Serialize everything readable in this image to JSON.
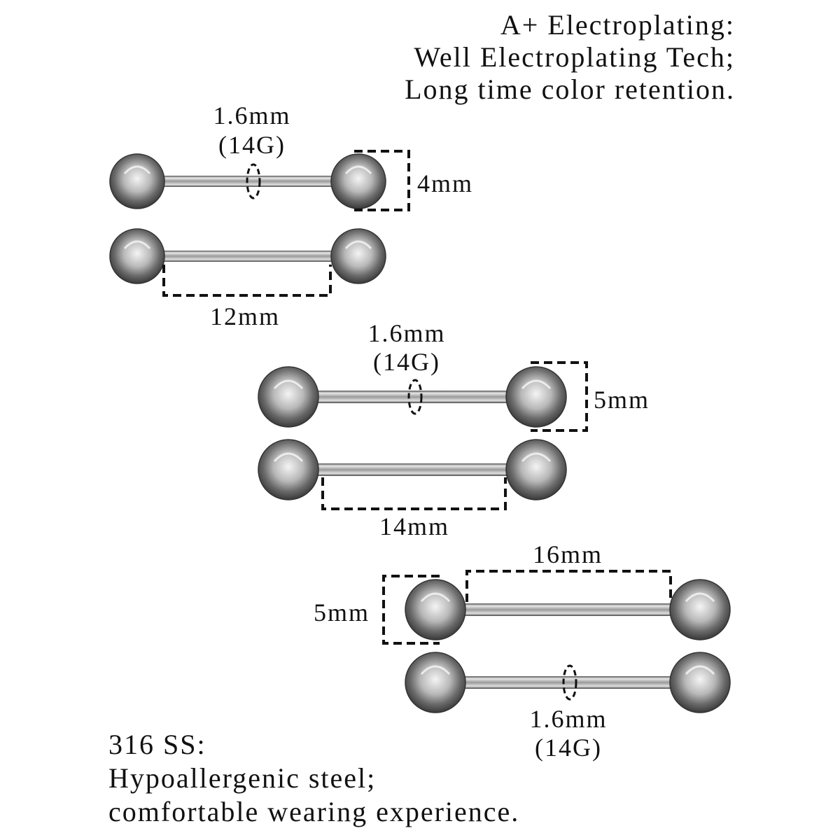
{
  "header": {
    "line1": "A+ Electroplating:",
    "line2": "Well Electroplating Tech;",
    "line3": "Long time color retention."
  },
  "footer": {
    "line1": "316 SS:",
    "line2": "Hypoallergenic steel;",
    "line3": "comfortable wearing experience."
  },
  "group1": {
    "gauge": "1.6mm",
    "gauge_sub": "(14G)",
    "ball": "4mm",
    "length": "12mm"
  },
  "group2": {
    "gauge": "1.6mm",
    "gauge_sub": "(14G)",
    "ball": "5mm",
    "length": "14mm"
  },
  "group3": {
    "gauge": "1.6mm",
    "gauge_sub": "(14G)",
    "ball": "5mm",
    "length": "16mm"
  }
}
